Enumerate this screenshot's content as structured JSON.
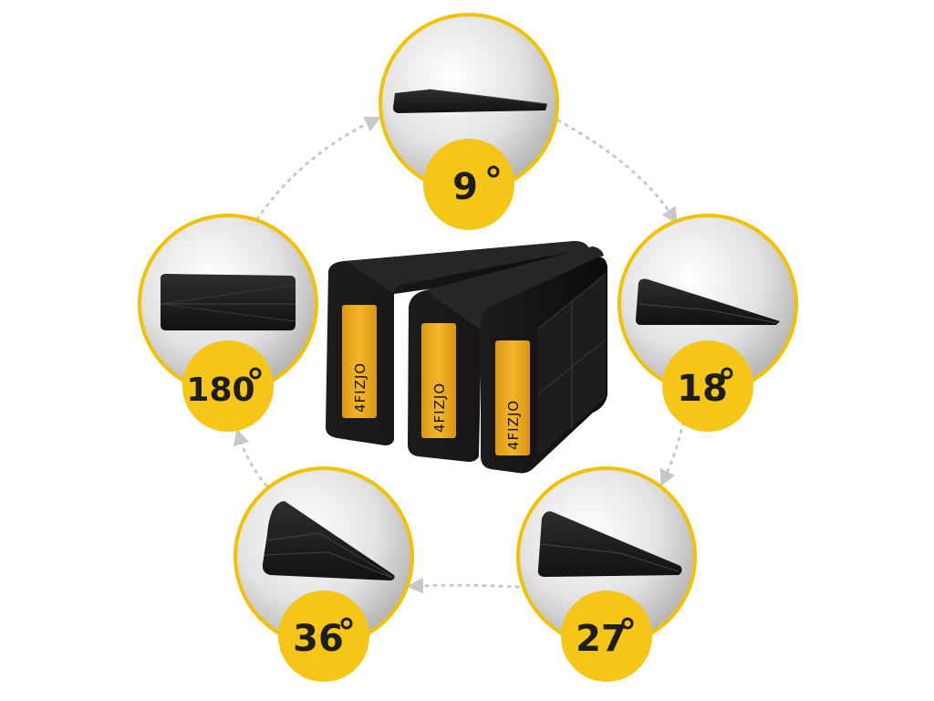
{
  "brand": {
    "logo_text": "4FIZJO"
  },
  "positions": [
    {
      "id": "9",
      "label": "9",
      "unit": "°",
      "shape": "wedge-9"
    },
    {
      "id": "18",
      "label": "18",
      "unit": "°",
      "shape": "wedge-18"
    },
    {
      "id": "27",
      "label": "27",
      "unit": "°",
      "shape": "wedge-27"
    },
    {
      "id": "36",
      "label": "36",
      "unit": "°",
      "shape": "wedge-36"
    },
    {
      "id": "180",
      "label": "180",
      "unit": "°",
      "shape": "block-180"
    }
  ],
  "colors": {
    "accent_yellow": "#f5c518",
    "ring_yellow": "#f2c200",
    "product_black": "#151515",
    "dotted_arrow": "#c8c8c8"
  }
}
